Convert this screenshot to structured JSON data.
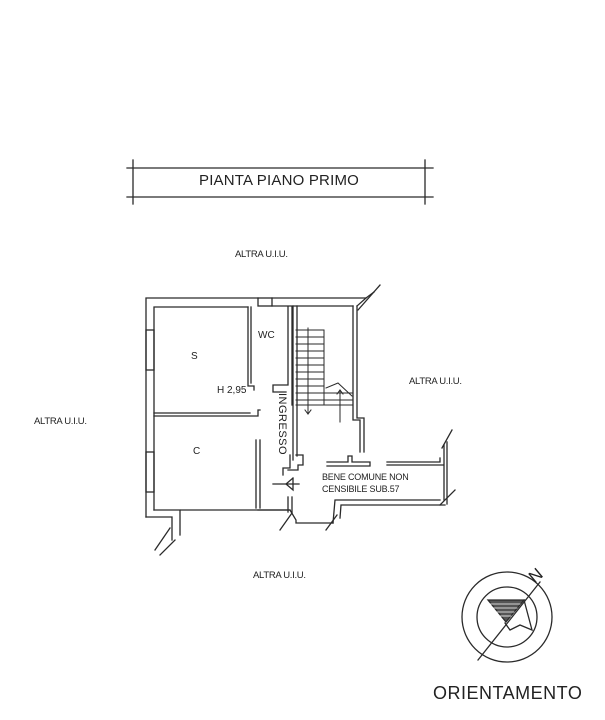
{
  "drawing": {
    "title": "PIANTA PIANO PRIMO",
    "floor_height": "H 2,95",
    "rooms": [
      {
        "id": "s",
        "label": "S"
      },
      {
        "id": "c",
        "label": "C"
      },
      {
        "id": "wc",
        "label": "WC"
      },
      {
        "id": "ingresso",
        "label": "INGRESSO"
      }
    ],
    "common_area": {
      "line1": "BENE COMUNE NON",
      "line2": "CENSIBILE SUB.57"
    },
    "adjacent_units": {
      "top": "ALTRA U.I.U.",
      "left": "ALTRA U.I.U.",
      "right": "ALTRA U.I.U.",
      "bottom": "ALTRA U.I.U."
    },
    "orientation": {
      "label": "ORIENTAMENTO",
      "north_letter": "N"
    },
    "colors": {
      "line": "#2a2a2a",
      "background": "#ffffff"
    }
  }
}
